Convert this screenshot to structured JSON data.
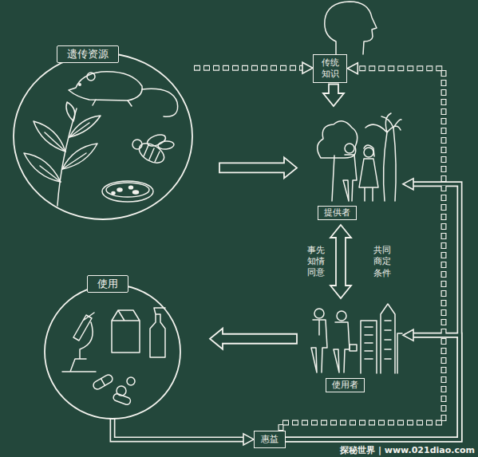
{
  "diagram": {
    "nodes": [
      {
        "text": [
          "遗传资源"
        ]
      },
      {
        "text": [
          "传统 知识"
        ]
      },
      {
        "text": [
          "提供者"
        ]
      },
      {
        "text": [
          "使用者"
        ]
      },
      {
        "text": [
          "使用"
        ]
      },
      {
        "text": [
          "惠益"
        ]
      }
    ],
    "edges": [
      {
        "from": 0,
        "to": 1,
        "arrow": "to"
      },
      {
        "from": 1,
        "to": 2,
        "arrow": "to"
      },
      {
        "from": 0,
        "to": 2,
        "arrow": "to"
      },
      {
        "from": 2,
        "to": 3,
        "label": "事先 知情 同意",
        "arrow": "both"
      },
      {
        "from": 3,
        "to": 4,
        "arrow": "to"
      },
      {
        "from": 4,
        "to": 5,
        "arrow": "to"
      },
      {
        "from": 5,
        "to": 2,
        "arrow": "to"
      },
      {
        "from": 5,
        "to": 3,
        "arrow": "to"
      },
      {
        "from": 5,
        "to": 1,
        "arrow": "to"
      }
    ],
    "labels": [
      "共同 商定 条件",
      "探秘世界 | www.021diao.com"
    ]
  }
}
